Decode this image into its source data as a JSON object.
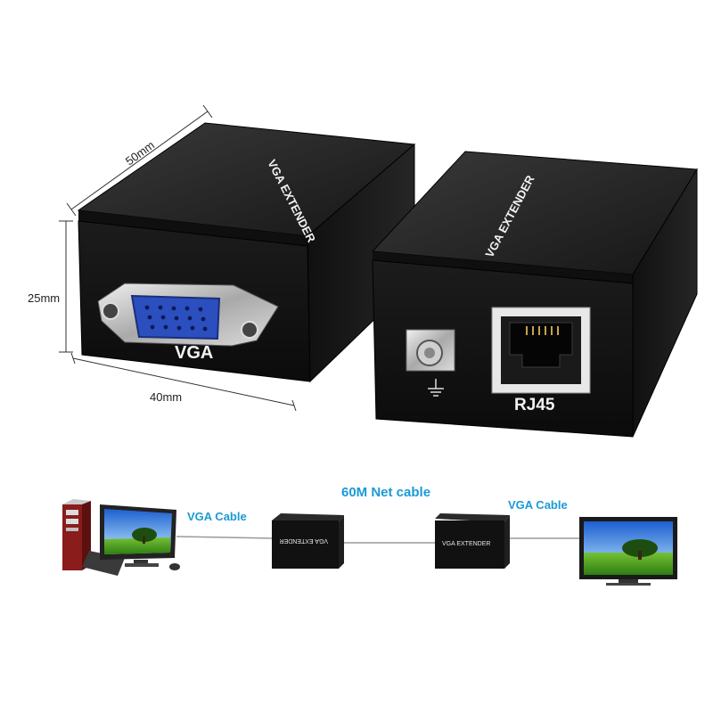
{
  "dimensions": {
    "length": "50mm",
    "height": "25mm",
    "width": "40mm"
  },
  "units": {
    "transmitter": {
      "top_label": "VGA EXTENDER",
      "port_label": "VGA"
    },
    "receiver": {
      "top_label": "VGA EXTENDER",
      "port_label": "RJ45"
    }
  },
  "diagram": {
    "left_cable": "VGA Cable",
    "middle_cable": "60M Net cable",
    "right_cable": "VGA Cable",
    "left_box_label": "VGA EXTENDER",
    "right_box_label": "VGA EXTENDER"
  },
  "colors": {
    "label_blue": "#1a9ad6",
    "device_black": "#141414",
    "vga_port_blue": "#2c4fbf"
  }
}
